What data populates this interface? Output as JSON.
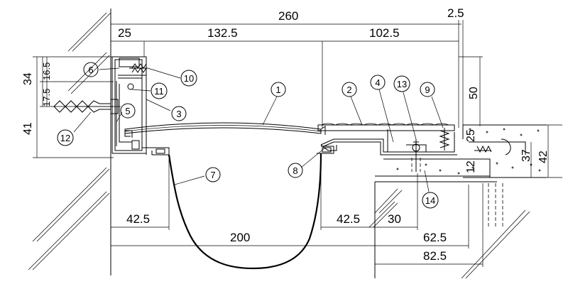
{
  "dimensions": {
    "total_width": "260",
    "gap_right": "2.5",
    "left_flange": "25",
    "mid_span": "132.5",
    "right_span": "102.5",
    "height_total": "34",
    "height_top": "16.5",
    "height_mid": "17.5",
    "height_side": "41",
    "height_right": "50",
    "plate_thickness": "25",
    "slab_37": "37",
    "slab_42": "42",
    "base_12": "12",
    "left_offset": "42.5",
    "right_offset": "42.5",
    "span_30": "30",
    "gutter_width": "200",
    "span_62_5": "62.5",
    "span_82_5": "82.5"
  },
  "callouts": [
    "1",
    "2",
    "3",
    "4",
    "5",
    "6",
    "7",
    "8",
    "9",
    "10",
    "11",
    "12",
    "13",
    "14"
  ]
}
